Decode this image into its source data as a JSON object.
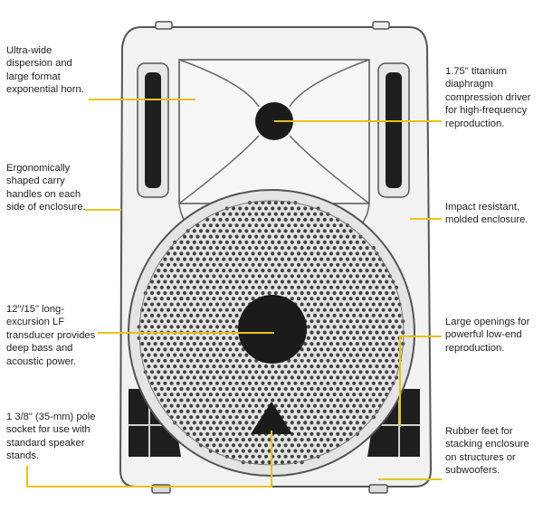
{
  "diagram": {
    "subject": "speaker",
    "accent_color": "#e8c21a",
    "callouts": [
      {
        "id": "horn",
        "text": "Ultra-wide\ndispersion and\nlarge format\nexponential horn."
      },
      {
        "id": "carry-handles",
        "text": "Ergonomically\nshaped carry\nhandles on each\nside of enclosure."
      },
      {
        "id": "lf-transducer",
        "text": "12\"/15\" long-\nexcursion LF\ntransducer provides\ndeep bass and\nacoustic power."
      },
      {
        "id": "pole-socket",
        "text": "1 3/8\" (35-mm) pole\nsocket for use with\nstandard speaker\nstands."
      },
      {
        "id": "compression-driver",
        "text": "1.75\" titanium\ndiaphragm\ncompression driver\nfor high-frequency\nreproduction."
      },
      {
        "id": "enclosure",
        "text": "Impact resistant,\nmolded enclosure."
      },
      {
        "id": "low-end-openings",
        "text": "Large openings for\npowerful low-end\nreproduction."
      },
      {
        "id": "rubber-feet",
        "text": "Rubber feet for\nstacking enclosure\non structures or\nsubwoofers."
      }
    ]
  }
}
